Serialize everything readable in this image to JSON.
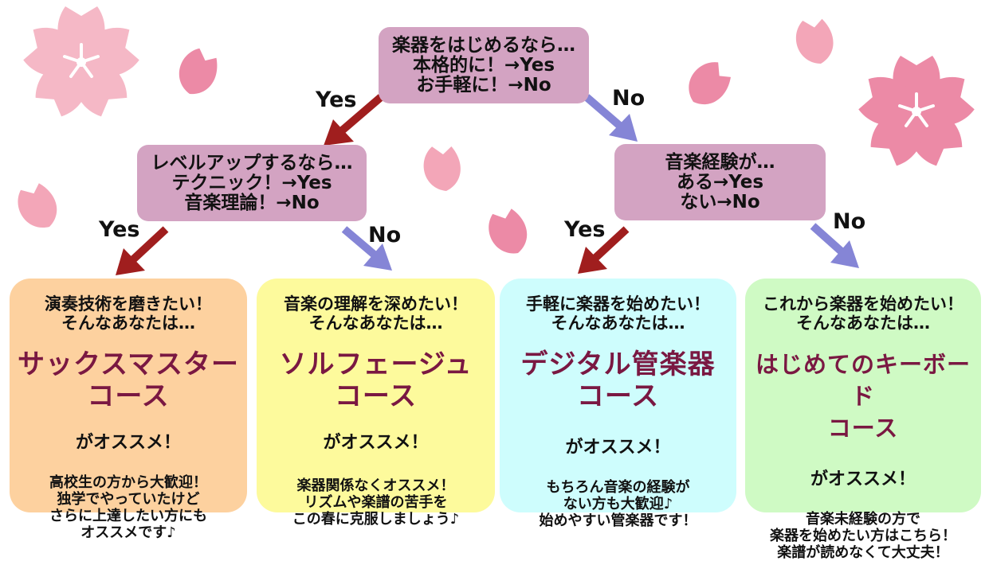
{
  "colors": {
    "question_box": "#d3a3c2",
    "yes_arrow": "#a01e1e",
    "no_arrow": "#8585d6",
    "course_name": "#7a1842",
    "card_orange": "#fdd19f",
    "card_yellow": "#fdfa9c",
    "card_cyan": "#cefdfd",
    "card_green": "#cffac4",
    "petal_pink": "#f3a6b8",
    "petal_hot_pink": "#ec8aa6"
  },
  "questions": {
    "top": {
      "lines": [
        "楽器をはじめるなら…",
        "本格的に！→Yes",
        "お手軽に！→No"
      ]
    },
    "left": {
      "lines": [
        "レベルアップするなら…",
        "テクニック！→Yes",
        "音楽理論！→No"
      ]
    },
    "right": {
      "lines": [
        "音楽経験が…",
        "ある→Yes",
        "ない→No"
      ]
    }
  },
  "arrow_labels": {
    "top_yes": "Yes",
    "top_no": "No",
    "left_yes": "Yes",
    "left_no": "No",
    "right_yes": "Yes",
    "right_no": "No"
  },
  "cards": [
    {
      "intro": [
        "演奏技術を磨きたい！",
        "そんなあなたは…"
      ],
      "course": [
        "サックスマスター",
        "コース"
      ],
      "recommend": "がオススメ！",
      "desc": [
        "高校生の方から大歓迎！",
        "独学でやっていたけど",
        "さらに上達したい方にも",
        "オススメです♪"
      ]
    },
    {
      "intro": [
        "音楽の理解を深めたい！",
        "そんなあなたは…"
      ],
      "course": [
        "ソルフェージュ",
        "コース"
      ],
      "recommend": "がオススメ！",
      "desc": [
        "楽器関係なくオススメ！",
        "リズムや楽譜の苦手を",
        "この春に克服しましょう♪"
      ]
    },
    {
      "intro": [
        "手軽に楽器を始めたい！",
        "そんなあなたは…"
      ],
      "course": [
        "デジタル管楽器",
        "コース"
      ],
      "recommend": "がオススメ！",
      "desc": [
        "もちろん音楽の経験が",
        "ない方も大歓迎♪",
        "始めやすい管楽器です！"
      ]
    },
    {
      "intro": [
        "これから楽器を始めたい！",
        "そんなあなたは…"
      ],
      "course": [
        "はじめてのキーボード",
        "コース"
      ],
      "recommend": "がオススメ！",
      "desc": [
        "音楽未経験の方で",
        "楽器を始めたい方はこちら！",
        "楽譜が読めなくて大丈夫！"
      ]
    }
  ],
  "decorations": [
    "sakura-flower-icon",
    "sakura-petal-icon"
  ]
}
